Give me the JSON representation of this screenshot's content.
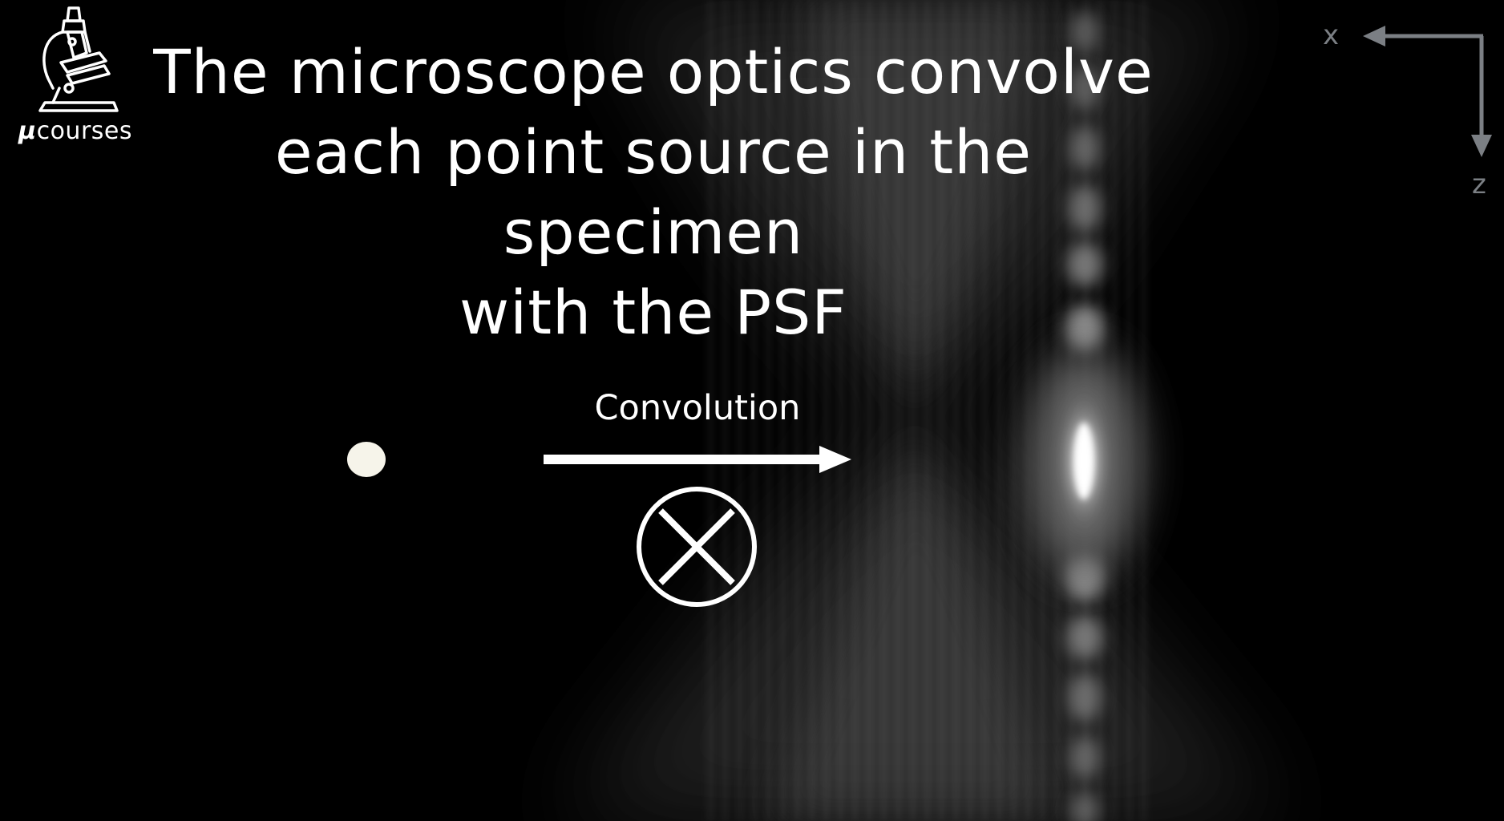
{
  "logo": {
    "icon": "microscope-icon",
    "text_mu": "µ",
    "text_rest": "courses"
  },
  "title": {
    "line1": "The microscope optics convolve",
    "line2": "each point source in the specimen",
    "line3": "with the PSF"
  },
  "diagram": {
    "arrow_label": "Convolution",
    "operator_icon": "circled-times-icon",
    "point_source_color": "#f6f4ea",
    "psf_color": "#ffffff"
  },
  "axes": {
    "x_label": "x",
    "z_label": "z",
    "color": "#7b7f84"
  }
}
